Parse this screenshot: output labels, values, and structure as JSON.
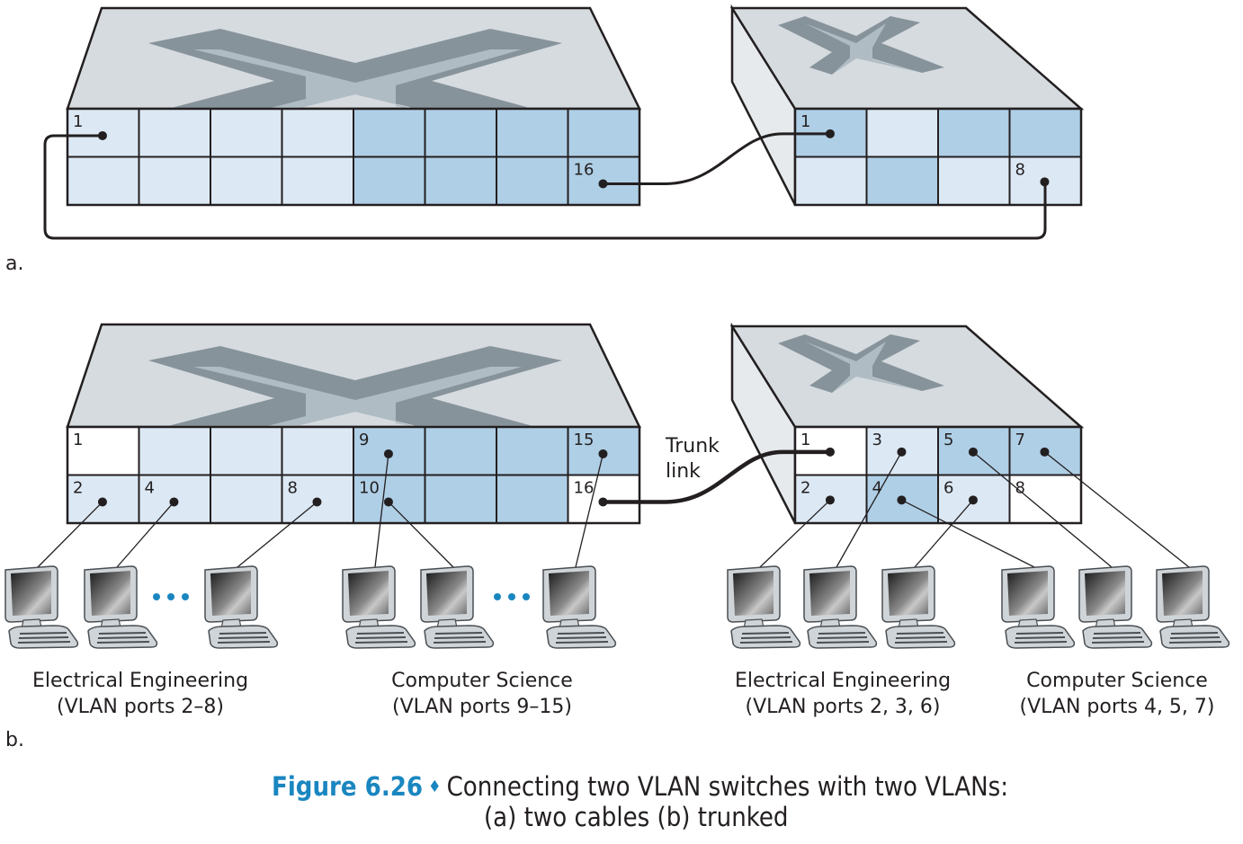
{
  "figure": {
    "number_label": "Figure 6.26",
    "separator": "♦",
    "caption_line1": "Connecting two VLAN switches with two VLANs:",
    "caption_line2": "(a) two cables (b) trunked"
  },
  "colors": {
    "ee_vlan": "#dce9f5",
    "cs_vlan": "#afcfe6",
    "unassigned": "#ffffff",
    "switch_top": "#d6dbdf",
    "switch_side": "#e6eaed",
    "x_dark": "#87939b",
    "x_light": "#b0bcc4",
    "ellipsis_dots": "#1a86c0",
    "caption_accent": "#1a86c0"
  },
  "panel_a": {
    "label": "a.",
    "left_switch": {
      "rows": [
        [
          {
            "port": "1",
            "vlan": "ee",
            "dot": true
          },
          {
            "port": "",
            "vlan": "ee"
          },
          {
            "port": "",
            "vlan": "ee"
          },
          {
            "port": "",
            "vlan": "ee"
          },
          {
            "port": "",
            "vlan": "cs"
          },
          {
            "port": "",
            "vlan": "cs"
          },
          {
            "port": "",
            "vlan": "cs"
          },
          {
            "port": "",
            "vlan": "cs"
          }
        ],
        [
          {
            "port": "",
            "vlan": "ee"
          },
          {
            "port": "",
            "vlan": "ee"
          },
          {
            "port": "",
            "vlan": "ee"
          },
          {
            "port": "",
            "vlan": "ee"
          },
          {
            "port": "",
            "vlan": "cs"
          },
          {
            "port": "",
            "vlan": "cs"
          },
          {
            "port": "",
            "vlan": "cs"
          },
          {
            "port": "16",
            "vlan": "cs",
            "dot": true
          }
        ]
      ]
    },
    "right_switch": {
      "rows": [
        [
          {
            "port": "1",
            "vlan": "cs",
            "dot": true
          },
          {
            "port": "",
            "vlan": "ee"
          },
          {
            "port": "",
            "vlan": "cs"
          },
          {
            "port": "",
            "vlan": "cs"
          }
        ],
        [
          {
            "port": "",
            "vlan": "ee"
          },
          {
            "port": "",
            "vlan": "cs"
          },
          {
            "port": "",
            "vlan": "ee"
          },
          {
            "port": "8",
            "vlan": "ee",
            "dot": true
          }
        ]
      ]
    },
    "cables": [
      {
        "from": "left port 16",
        "to": "right port 1"
      },
      {
        "from": "left port 1",
        "to": "right port 8"
      }
    ]
  },
  "panel_b": {
    "label": "b.",
    "trunk_label_line1": "Trunk",
    "trunk_label_line2": "link",
    "left_switch": {
      "rows": [
        [
          {
            "port": "1",
            "vlan": "none"
          },
          {
            "port": "",
            "vlan": "ee"
          },
          {
            "port": "",
            "vlan": "ee"
          },
          {
            "port": "",
            "vlan": "ee"
          },
          {
            "port": "9",
            "vlan": "cs",
            "dot": true
          },
          {
            "port": "",
            "vlan": "cs"
          },
          {
            "port": "",
            "vlan": "cs"
          },
          {
            "port": "15",
            "vlan": "cs",
            "dot": true
          }
        ],
        [
          {
            "port": "2",
            "vlan": "ee",
            "dot": true
          },
          {
            "port": "4",
            "vlan": "ee",
            "dot": true
          },
          {
            "port": "",
            "vlan": "ee"
          },
          {
            "port": "8",
            "vlan": "ee",
            "dot": true
          },
          {
            "port": "10",
            "vlan": "cs",
            "dot": true
          },
          {
            "port": "",
            "vlan": "cs"
          },
          {
            "port": "",
            "vlan": "cs"
          },
          {
            "port": "16",
            "vlan": "none",
            "dot": true
          }
        ]
      ]
    },
    "right_switch": {
      "rows": [
        [
          {
            "port": "1",
            "vlan": "none",
            "dot": true
          },
          {
            "port": "3",
            "vlan": "ee",
            "dot": true
          },
          {
            "port": "5",
            "vlan": "cs",
            "dot": true
          },
          {
            "port": "7",
            "vlan": "cs",
            "dot": true
          }
        ],
        [
          {
            "port": "2",
            "vlan": "ee",
            "dot": true
          },
          {
            "port": "4",
            "vlan": "cs",
            "dot": true
          },
          {
            "port": "6",
            "vlan": "ee",
            "dot": true
          },
          {
            "port": "8",
            "vlan": "none"
          }
        ]
      ]
    },
    "groups": [
      {
        "name": "Electrical Engineering",
        "ports": "(VLAN ports 2–8)"
      },
      {
        "name": "Computer Science",
        "ports": "(VLAN ports 9–15)"
      },
      {
        "name": "Electrical Engineering",
        "ports": "(VLAN ports 2, 3, 6)"
      },
      {
        "name": "Computer Science",
        "ports": "(VLAN ports 4, 5, 7)"
      }
    ]
  }
}
